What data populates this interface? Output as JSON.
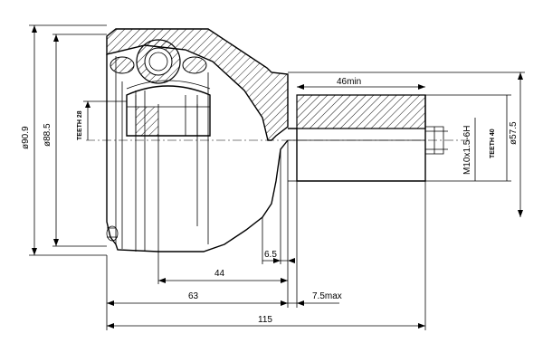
{
  "drawing": {
    "title": "",
    "colors": {
      "line": "#000000",
      "background": "#ffffff"
    }
  },
  "dimensions": {
    "dia_outer": "ø90.9",
    "dia_seal": "ø88.5",
    "teeth_inner": "TEETH 28",
    "shaft_length": "46min",
    "thread": "M10x1.5-6H",
    "teeth_outer": "TEETH 40",
    "dia_shaft": "ø57.5",
    "step": "6.5",
    "depth": "44",
    "body_length": "63",
    "stub": "7.5max",
    "total_length": "115"
  }
}
